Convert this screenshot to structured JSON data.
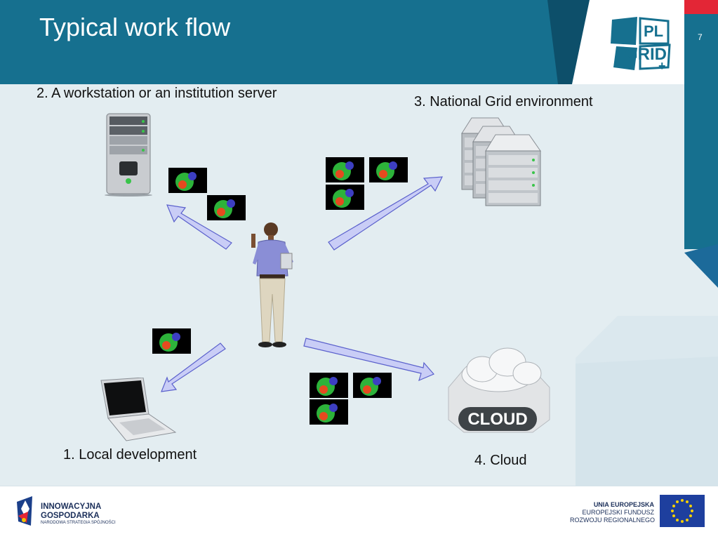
{
  "slide": {
    "title": "Typical work flow",
    "number": "7"
  },
  "logo": {
    "line1": "PL",
    "line2": "GRID",
    "plus": "+"
  },
  "labels": {
    "workstation": "2. A workstation or an institution server",
    "grid": "3. National Grid environment",
    "local": "1. Local development",
    "cloud": "4. Cloud"
  },
  "cloud_badge": "CLOUD",
  "footer": {
    "left": {
      "line1": "INNOWACYJNA",
      "line2": "GOSPODARKA",
      "line3": "NARODOWA STRATEGIA SPÓJNOŚCI"
    },
    "right": {
      "line1": "UNIA EUROPEJSKA",
      "line2": "EUROPEJSKI FUNDUSZ",
      "line3": "ROZWOJU REGIONALNEGO"
    }
  },
  "colors": {
    "header": "#16708f",
    "arrow_fill": "#c9cdf6",
    "arrow_stroke": "#5a60cc",
    "accent_red": "#e32636"
  }
}
